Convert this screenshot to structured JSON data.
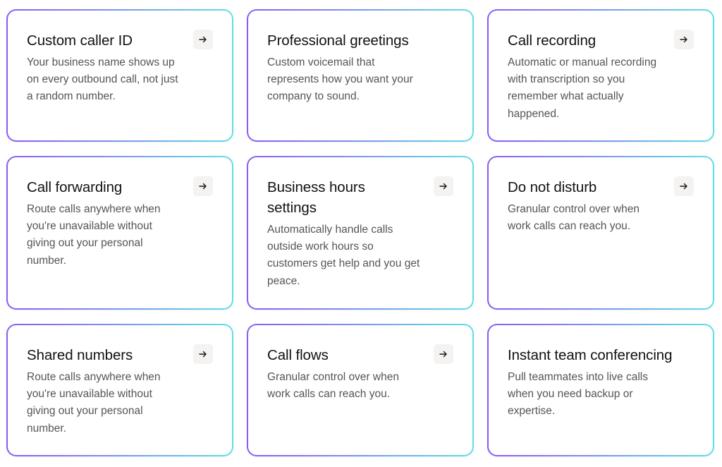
{
  "theme": {
    "border_gradient_start": "#8b5cf6",
    "border_gradient_end": "#5ee0e6",
    "title_color": "#121212",
    "desc_color": "#555555",
    "arrow_button_bg": "#f4f3f1"
  },
  "cards": [
    {
      "title": "Custom caller ID",
      "description": "Your business name shows up on every outbound call, not just a random number.",
      "has_arrow": true,
      "arrow_icon": "arrow-right-icon"
    },
    {
      "title": "Professional greetings",
      "description": "Custom voicemail that represents how you want your company to sound.",
      "has_arrow": false
    },
    {
      "title": "Call recording",
      "description": "Automatic or manual recording with transcription so you remember what actually happened.",
      "has_arrow": true,
      "arrow_icon": "arrow-right-icon"
    },
    {
      "title": "Call forwarding",
      "description": "Route calls anywhere when you're unavailable without giving out your personal number.",
      "has_arrow": true,
      "arrow_icon": "arrow-right-icon"
    },
    {
      "title": "Business hours settings",
      "description": "Automatically handle calls outside work hours so customers get help and you get peace.",
      "has_arrow": true,
      "arrow_icon": "arrow-right-icon"
    },
    {
      "title": "Do not disturb",
      "description": "Granular control over when work calls can reach you.",
      "has_arrow": true,
      "arrow_icon": "arrow-right-icon"
    },
    {
      "title": "Shared numbers",
      "description": "Route calls anywhere when you're unavailable without giving out your personal number.",
      "has_arrow": true,
      "arrow_icon": "arrow-right-icon"
    },
    {
      "title": "Call flows",
      "description": "Granular control over when work calls can reach you.",
      "has_arrow": true,
      "arrow_icon": "arrow-right-icon"
    },
    {
      "title": "Instant team conferencing",
      "description": "Pull teammates into live calls when you need backup or expertise.",
      "has_arrow": false
    }
  ]
}
